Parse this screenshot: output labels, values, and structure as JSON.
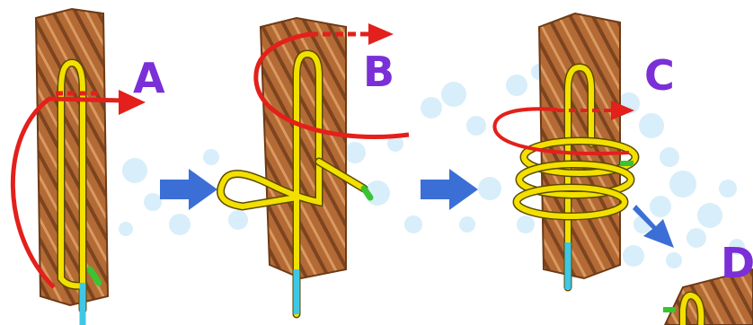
{
  "diagram": {
    "steps": [
      {
        "label": "A"
      },
      {
        "label": "B"
      },
      {
        "label": "C"
      },
      {
        "label": "D"
      }
    ],
    "colors": {
      "rope": "#b46a34",
      "rope_dark": "#6d3a17",
      "rope_light": "#d99a62",
      "cord": "#f3e000",
      "cord_edge": "#5a4b00",
      "cord_tail": "#3fc7e6",
      "cord_end": "#39c431",
      "path_arrow": "#e3201b",
      "step_arrow": "#3b6fd6",
      "label": "#7b2fd6",
      "bubbles": "#8fcdf0"
    },
    "icons": [
      "rope-icon",
      "cord-icon",
      "direction-arrow-icon"
    ]
  }
}
